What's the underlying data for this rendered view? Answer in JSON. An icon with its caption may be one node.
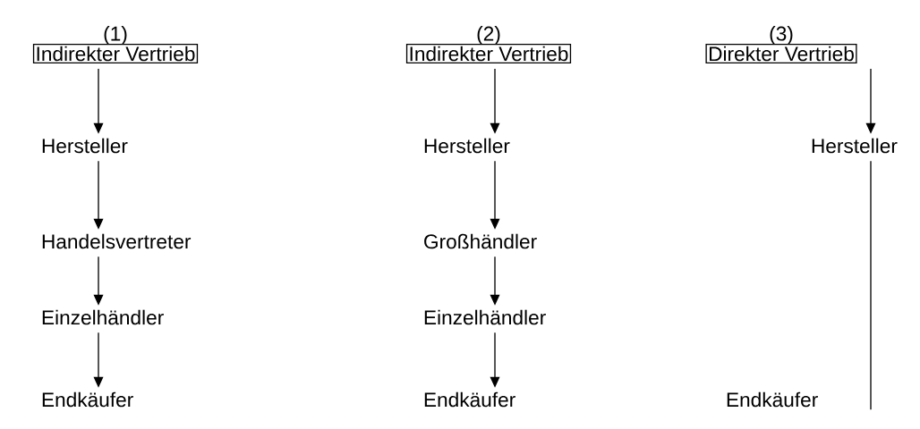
{
  "diagram": {
    "nodes": [
      {
        "text": [
          "(1)",
          "Indirekter Vertrieb"
        ]
      },
      {
        "text": [
          "Hersteller"
        ]
      },
      {
        "text": [
          "Handelsvertreter"
        ]
      },
      {
        "text": [
          "Einzelhändler"
        ]
      },
      {
        "text": [
          "Endkäufer"
        ]
      },
      {
        "text": [
          "(2)",
          "Indirekter Vertrieb"
        ]
      },
      {
        "text": [
          "Hersteller"
        ]
      },
      {
        "text": [
          "Großhändler"
        ]
      },
      {
        "text": [
          "Einzelhändler"
        ]
      },
      {
        "text": [
          "Endkäufer"
        ]
      },
      {
        "text": [
          "(3)",
          "Direkter Vertrieb"
        ]
      },
      {
        "text": [
          "Hersteller"
        ]
      },
      {
        "text": [
          "Endkäufer"
        ]
      }
    ],
    "edges": [
      {
        "from": 0,
        "to": 1,
        "arrow": "to"
      },
      {
        "from": 1,
        "to": 2,
        "arrow": "to"
      },
      {
        "from": 2,
        "to": 3,
        "arrow": "to"
      },
      {
        "from": 3,
        "to": 4,
        "arrow": "to"
      },
      {
        "from": 5,
        "to": 6,
        "arrow": "to"
      },
      {
        "from": 6,
        "to": 7,
        "arrow": "to"
      },
      {
        "from": 7,
        "to": 8,
        "arrow": "to"
      },
      {
        "from": 8,
        "to": 9,
        "arrow": "to"
      },
      {
        "from": 10,
        "to": 11,
        "arrow": "to"
      },
      {
        "from": 11,
        "to": 12,
        "arrow": "none"
      }
    ]
  }
}
